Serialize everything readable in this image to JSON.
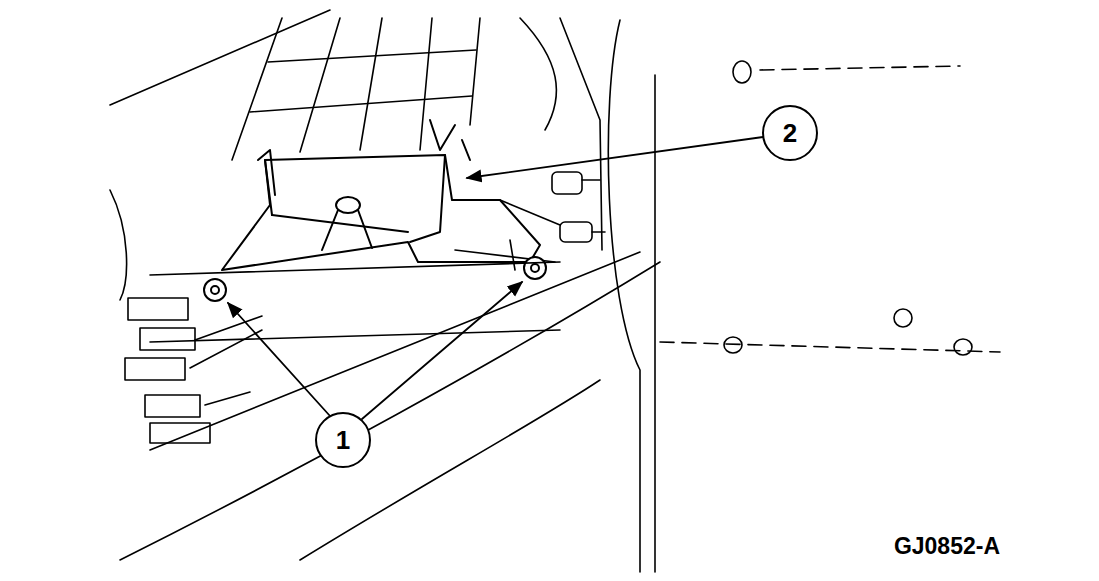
{
  "diagram": {
    "nodes": [
      {
        "text": [
          "2"
        ]
      },
      {
        "text": [
          "1"
        ]
      }
    ],
    "labels": [
      "GJ0852-A"
    ]
  }
}
